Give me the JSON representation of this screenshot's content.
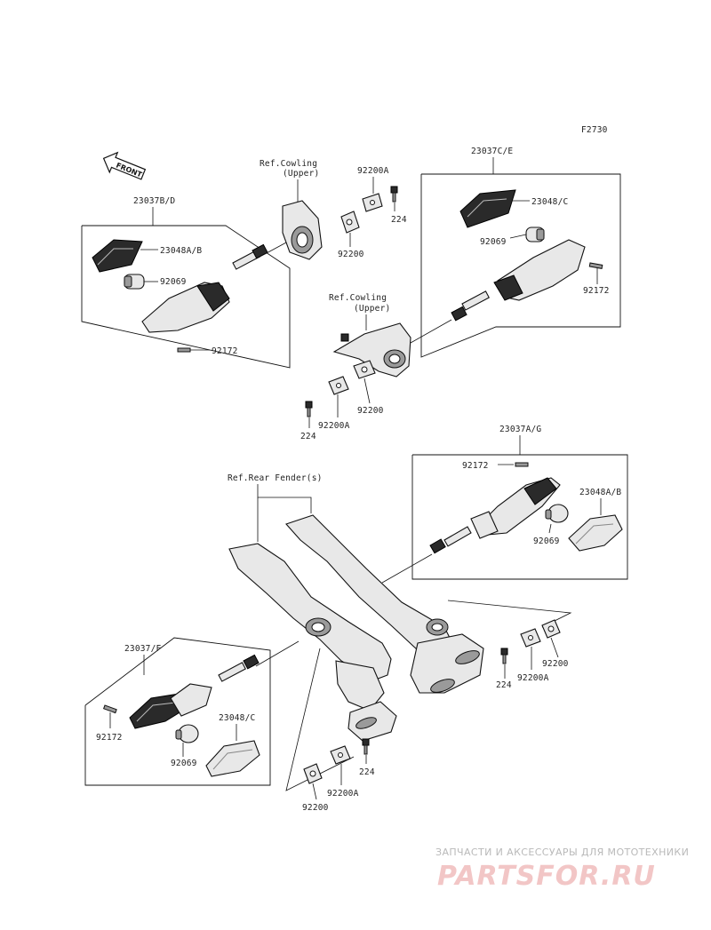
{
  "figure_code": "F2730",
  "front_arrow": "FRONT",
  "labels": {
    "assy_bd": "23037B/D",
    "lens_ab_top": "23048A/B",
    "bulb_tl": "92069",
    "screw_tl": "92172",
    "ref_cowling_1": "Ref.Cowling",
    "ref_cowling_1b": "(Upper)",
    "plate_a_1": "92200A",
    "bolt_1": "224",
    "plate_1": "92200",
    "assy_ce": "23037C/E",
    "lens_c_top": "23048/C",
    "bulb_tr": "92069",
    "screw_tr": "92172",
    "ref_cowling_2": "Ref.Cowling",
    "ref_cowling_2b": "(Upper)",
    "bolt_2": "224",
    "plate_a_2": "92200A",
    "plate_2": "92200",
    "assy_ag": "23037A/G",
    "screw_mr": "92172",
    "lens_ab_mr": "23048A/B",
    "bulb_mr": "92069",
    "ref_rear_fender": "Ref.Rear Fender(s)",
    "plate_3": "92200",
    "bolt_3": "224",
    "plate_a_3": "92200A",
    "assy_f": "23037/F",
    "screw_bl": "92172",
    "lens_c_bl": "23048/C",
    "bulb_bl": "92069",
    "bolt_4": "224",
    "plate_a_4": "92200A",
    "plate_4": "92200"
  },
  "watermark": {
    "line1": "ЗАПЧАСТИ И АКСЕССУАРЫ ДЛЯ МОТОТЕХНИКИ",
    "line2": "PARTSFOR.RU"
  }
}
